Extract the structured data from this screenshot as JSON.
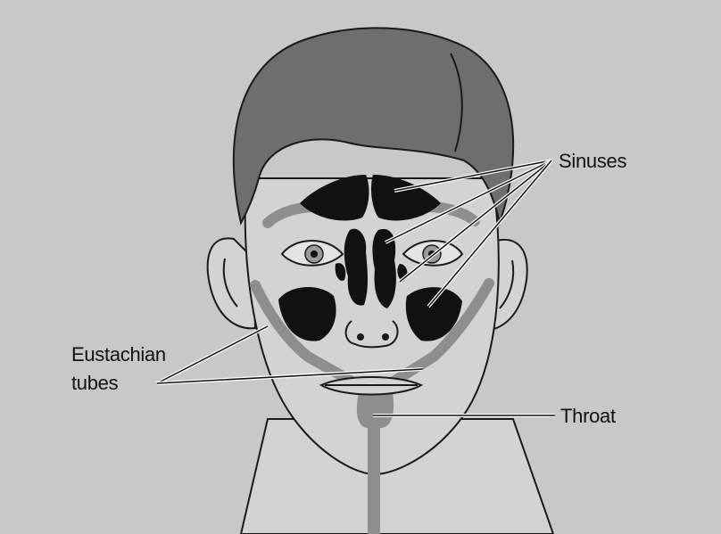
{
  "labels": {
    "sinuses": "Sinuses",
    "eustachian_line1": "Eustachian",
    "eustachian_line2": "tubes",
    "throat": "Throat"
  },
  "colors": {
    "background": "#c8c8c8",
    "skin": "#d3d3d3",
    "hair": "#6e6e6e",
    "shadow": "#8e8e8e",
    "sinus": "#111111",
    "outline": "#1a1a1a"
  }
}
